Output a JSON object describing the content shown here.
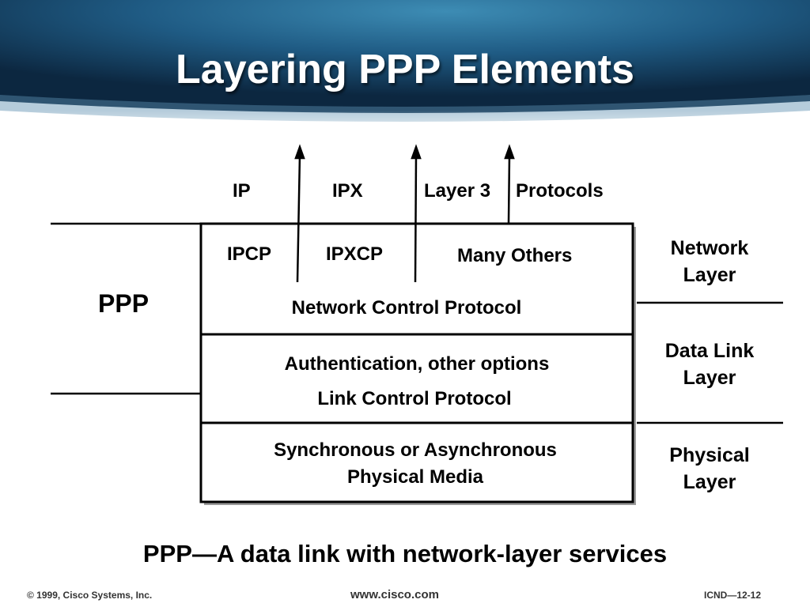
{
  "slide": {
    "title": "Layering PPP Elements",
    "caption": "PPP—A data link with network-layer services",
    "colors": {
      "banner_dark": "#0f2d4a",
      "banner_light": "#2f7aa3",
      "title_text": "#ffffff"
    }
  },
  "diagram": {
    "upper_protocols": [
      "IP",
      "IPX",
      "Layer 3",
      "Protocols"
    ],
    "ncp_protocols": [
      "IPCP",
      "IPXCP",
      "Many Others"
    ],
    "ppp_label": "PPP",
    "boxes": {
      "ncp": "Network Control Protocol",
      "lcp_options": "Authentication, other options",
      "lcp": "Link Control Protocol",
      "physical_line1": "Synchronous or Asynchronous",
      "physical_line2": "Physical Media"
    },
    "layers": {
      "network": [
        "Network",
        "Layer"
      ],
      "datalink": [
        "Data Link",
        "Layer"
      ],
      "physical": [
        "Physical",
        "Layer"
      ]
    }
  },
  "footer": {
    "copyright": "© 1999, Cisco Systems, Inc.",
    "url": "www.cisco.com",
    "slide_id": "ICND—12-12"
  }
}
